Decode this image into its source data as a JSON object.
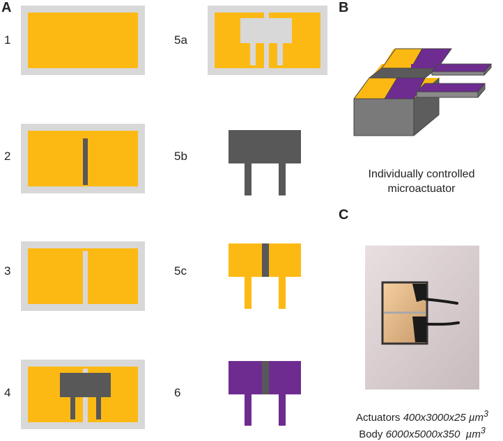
{
  "panels": {
    "a": "A",
    "b": "B",
    "c": "C"
  },
  "steps": [
    "1",
    "2",
    "3",
    "4",
    "5a",
    "5b",
    "5c",
    "6"
  ],
  "panel_b": {
    "caption_line1": "Individually controlled",
    "caption_line2": "microactuator"
  },
  "panel_c": {
    "actuators_label": "Actuators",
    "actuators_dims": "400x3000x25 µm",
    "actuators_exp": "3",
    "body_label": "Body",
    "body_dims": "6000x5000x350  µm",
    "body_exp": "3"
  },
  "colors": {
    "gold": "#FDB913",
    "frame_gray": "#D8D8D8",
    "dark_gray": "#585858",
    "purple": "#6E2C91",
    "light_gray": "#D8D8D8"
  }
}
